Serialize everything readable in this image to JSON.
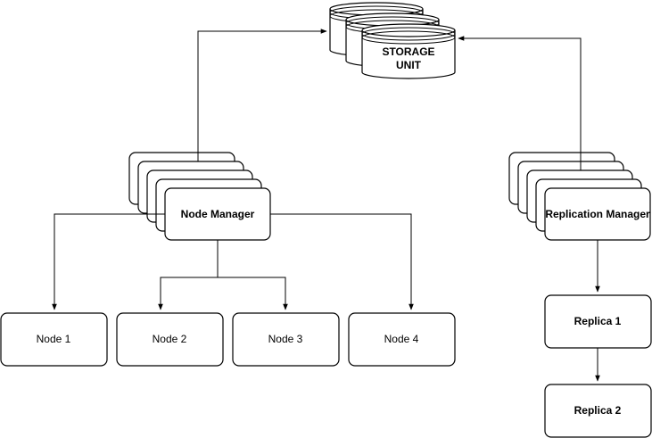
{
  "storage": {
    "line1": "STORAGE",
    "line2": "UNIT"
  },
  "node_manager": {
    "label": "Node Manager"
  },
  "replication_manager": {
    "label": "Replication Manager"
  },
  "nodes": [
    "Node 1",
    "Node 2",
    "Node 3",
    "Node 4"
  ],
  "replicas": [
    "Replica 1",
    "Replica 2"
  ],
  "colors": {
    "stroke": "#000000",
    "fill": "#ffffff"
  }
}
